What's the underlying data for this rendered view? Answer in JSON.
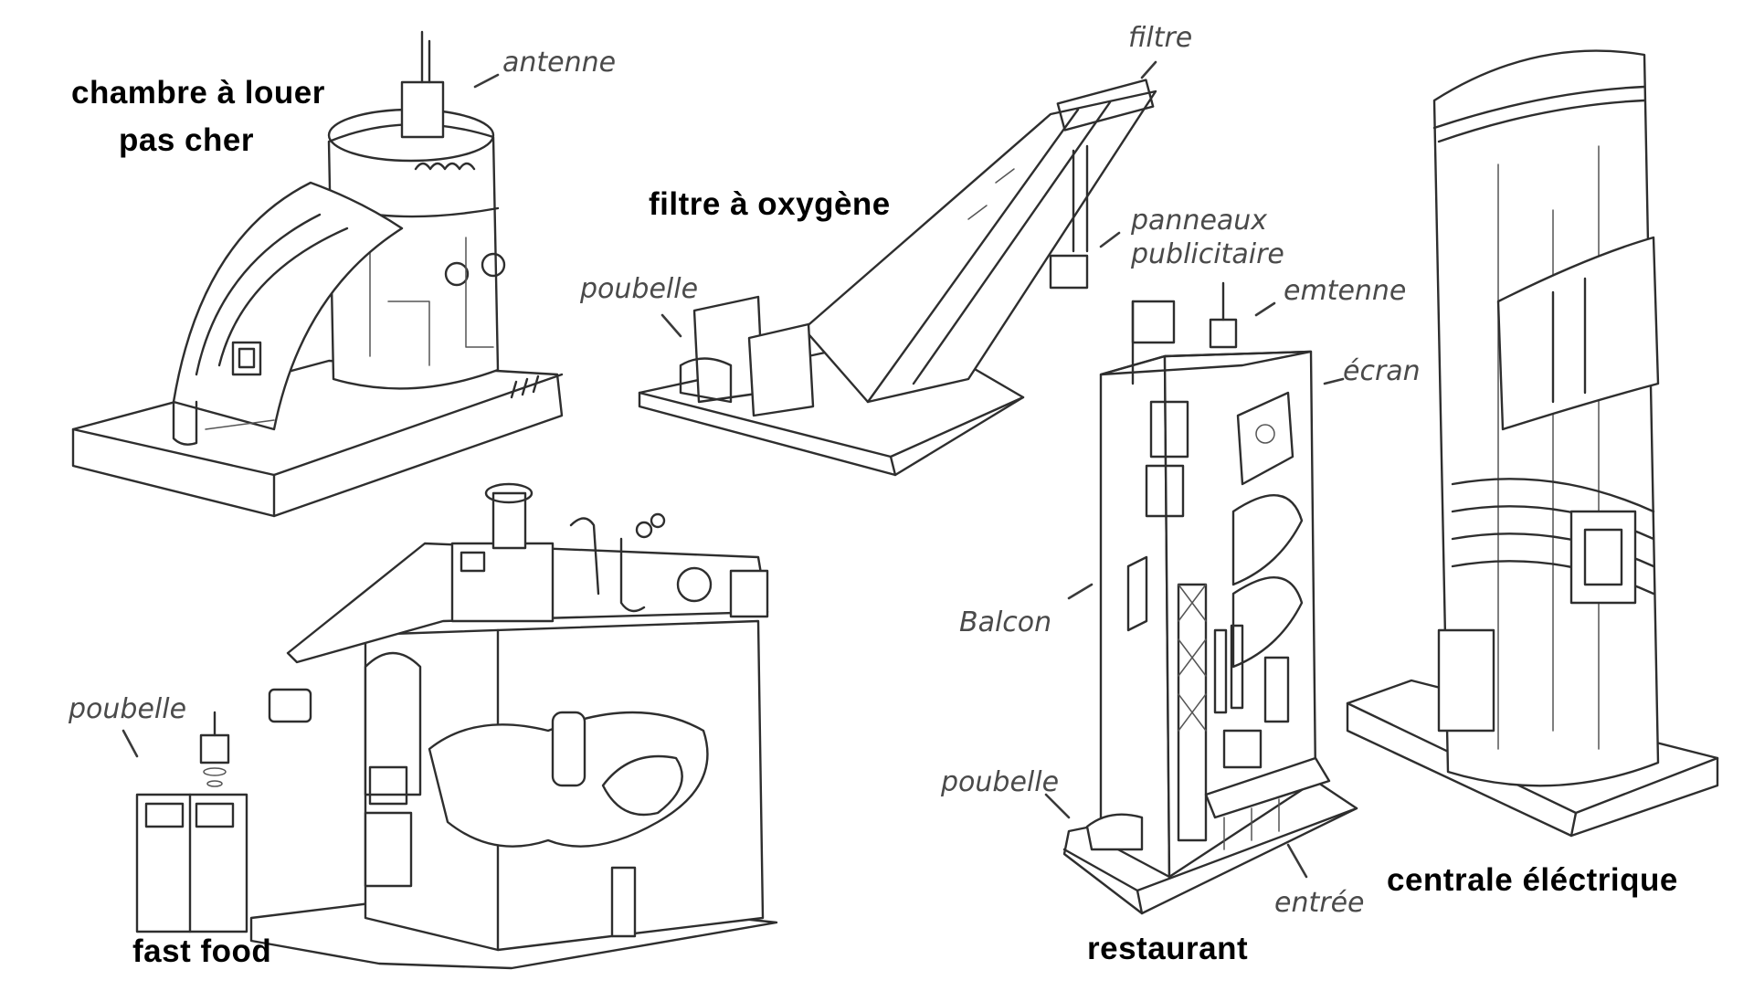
{
  "buildings": {
    "cheap_room": {
      "title_line1": "chambre à louer",
      "title_line2": "pas cher",
      "label_antenna": "antenne"
    },
    "oxygen_filter": {
      "title": "filtre à oxygène",
      "label_filter": "filtre",
      "label_billboards_line1": "panneaux",
      "label_billboards_line2": "publicitaire",
      "label_trash": "poubelle"
    },
    "restaurant": {
      "title": "restaurant",
      "label_antenna": "emtenne",
      "label_screen": "écran",
      "label_balcony": "Balcon",
      "label_trash": "poubelle",
      "label_entrance": "entrée"
    },
    "power_plant": {
      "title": "centrale éléctrique"
    },
    "fast_food": {
      "title": "fast food",
      "label_trash": "poubelle"
    }
  }
}
